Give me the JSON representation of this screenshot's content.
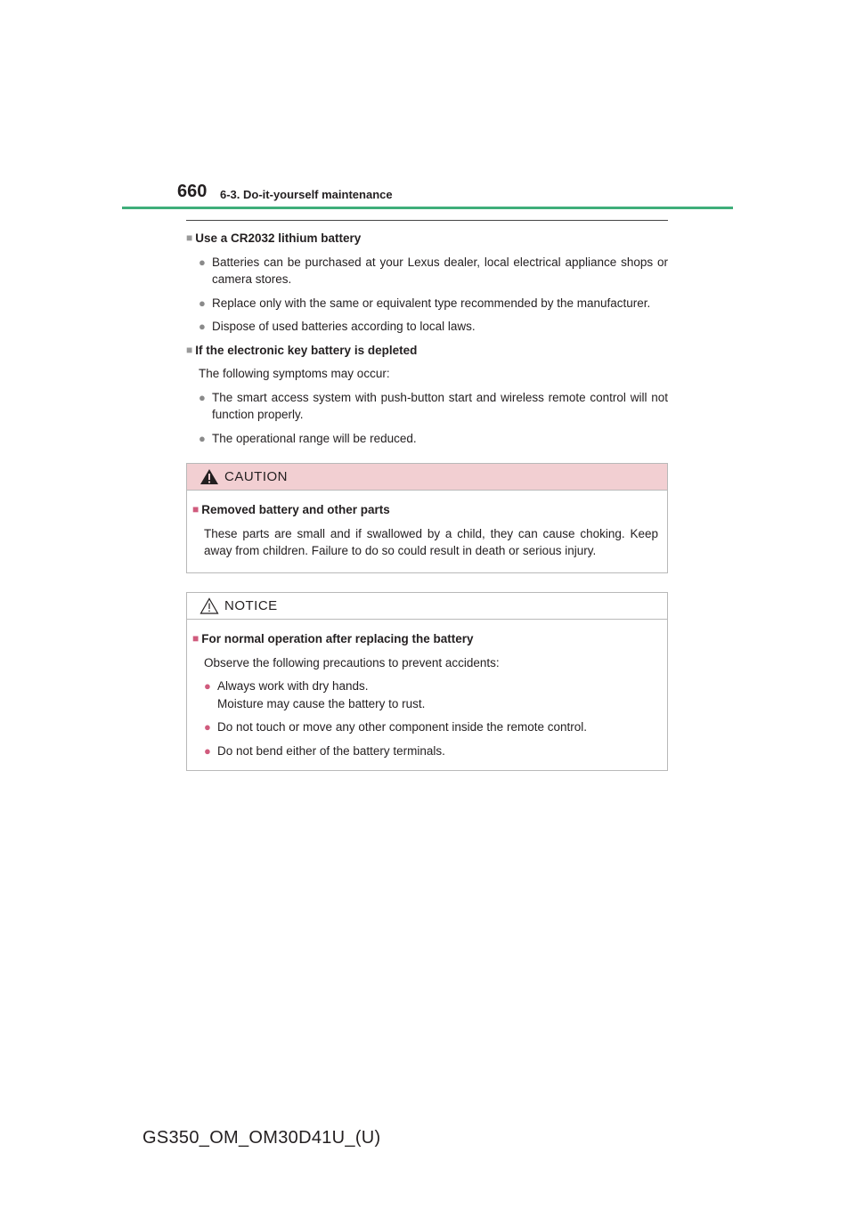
{
  "header": {
    "page_number": "660",
    "section": "6-3. Do-it-yourself maintenance"
  },
  "colors": {
    "accent": "#3fae7a",
    "caution_bg": "#f2cfd2",
    "bullet_pink": "#d05b7d"
  },
  "icons": {
    "square_bullet": "■",
    "round_bullet": "●",
    "warning": "warning-triangle-icon"
  },
  "sections": [
    {
      "heading": "Use a CR2032 lithium battery",
      "bullets": [
        "Batteries can be purchased at your Lexus dealer, local electrical appliance shops or camera stores.",
        "Replace only with the same or equivalent type recommended by the manufacturer.",
        "Dispose of used batteries according to local laws."
      ]
    },
    {
      "heading": "If the electronic key battery is depleted",
      "intro": "The following symptoms may occur:",
      "bullets": [
        "The smart access system with push-button start and wireless remote control will not function properly.",
        "The operational range will be reduced."
      ]
    }
  ],
  "caution": {
    "title": "CAUTION",
    "heading": "Removed battery and other parts",
    "text": "These parts are small and if swallowed by a child, they can cause choking. Keep away from children. Failure to do so could result in death or serious injury."
  },
  "notice": {
    "title": "NOTICE",
    "heading": "For normal operation after replacing the battery",
    "intro": "Observe the following precautions to prevent accidents:",
    "bullets": [
      {
        "line1": "Always work with dry hands.",
        "line2": "Moisture may cause the battery to rust."
      },
      {
        "line1": "Do not touch or move any other component inside the remote control."
      },
      {
        "line1": "Do not bend either of the battery terminals."
      }
    ]
  },
  "footer": "GS350_OM_OM30D41U_(U)"
}
